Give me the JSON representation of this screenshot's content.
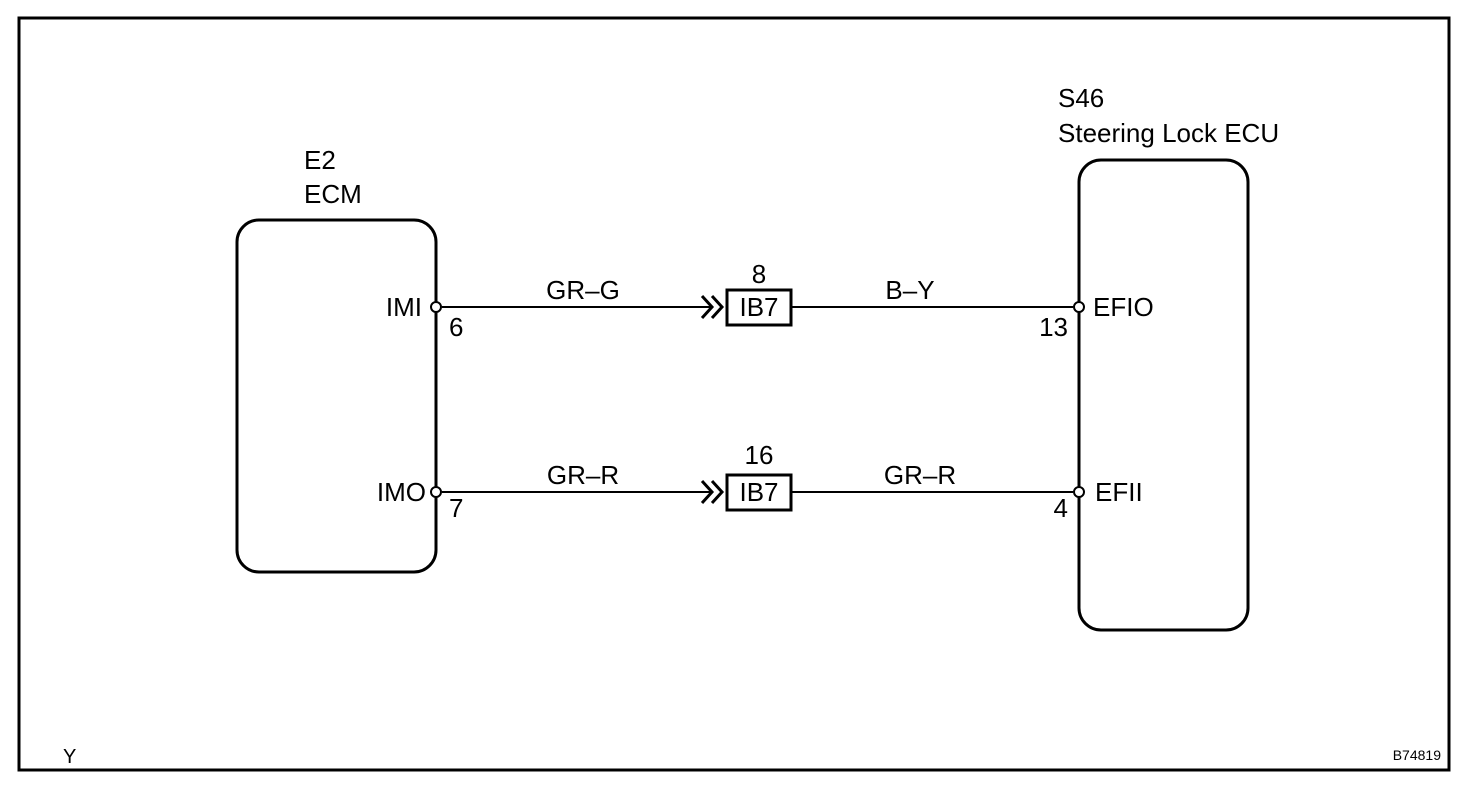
{
  "frame": {
    "corner_left": "Y",
    "corner_right": "B74819"
  },
  "ecm": {
    "code": "E2",
    "name": "ECM",
    "pins": [
      {
        "name": "IMI",
        "number": "6"
      },
      {
        "name": "IMO",
        "number": "7"
      }
    ]
  },
  "steering_lock_ecu": {
    "code": "S46",
    "name": "Steering Lock ECU",
    "pins": [
      {
        "name": "EFIO",
        "number": "13"
      },
      {
        "name": "EFII",
        "number": "4"
      }
    ]
  },
  "connectors": [
    {
      "name": "IB7",
      "pin": "8"
    },
    {
      "name": "IB7",
      "pin": "16"
    }
  ],
  "wires": [
    {
      "left_color": "GR–G",
      "right_color": "B–Y"
    },
    {
      "left_color": "GR–R",
      "right_color": "GR–R"
    }
  ]
}
